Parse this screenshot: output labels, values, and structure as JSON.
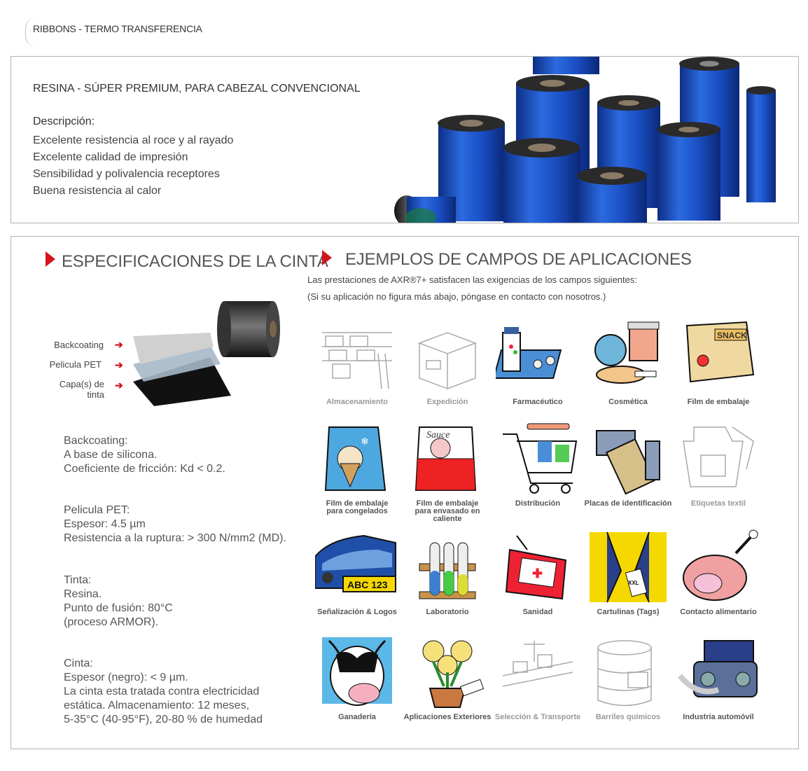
{
  "header": {
    "title": "RIBBONS - TERMO TRANSFERENCIA"
  },
  "product": {
    "subtitle": "RESINA - SÚPER PREMIUM, PARA CABEZAL CONVENCIONAL",
    "description_heading": "Descripción:",
    "description_lines": [
      "Excelente resistencia al roce y al rayado",
      "Excelente calidad de impresión",
      "Sensibilidad y polivalencia receptores",
      "Buena resistencia al calor"
    ]
  },
  "specs": {
    "heading": "ESPECIFICACIONES DE LA CINTA",
    "layers": [
      "Backcoating",
      "Pelicula PET",
      "Capa(s) de tinta"
    ],
    "blocks": [
      [
        "Backcoating:",
        "A base de silicona.",
        "Coeficiente de fricción: Kd < 0.2."
      ],
      [
        "Pelicula PET:",
        "Espesor: 4.5 µm",
        "Resistencia a la ruptura: > 300 N/mm2 (MD)."
      ],
      [
        "Tinta:",
        "Resina.",
        "Punto de fusión: 80°C",
        "(proceso ARMOR)."
      ],
      [
        "Cinta:",
        "Espesor (negro): < 9 µm.",
        "La cinta esta tratada contra electricidad",
        "estática. Almacenamiento: 12 meses,",
        "5-35°C (40-95°F), 20-80 % de humedad"
      ]
    ]
  },
  "applications": {
    "heading": "EJEMPLOS DE CAMPOS DE APLICACIONES",
    "intro_1": "Las prestaciones de AXR®7+ satisfacen las exigencias de los campos siguientes:",
    "intro_2": "(Si su aplicación no figura más abajo, póngase en contacto con nosotros.)",
    "items": [
      {
        "label": "Almacenamiento",
        "icon": "warehouse-icon"
      },
      {
        "label": "Expedición",
        "icon": "shipping-box-icon"
      },
      {
        "label": "Farmacéutico",
        "icon": "pharmacy-icon"
      },
      {
        "label": "Cosmética",
        "icon": "cosmetics-icon"
      },
      {
        "label": "Film de embalaje",
        "icon": "snack-bag-icon"
      },
      {
        "label": "Film de embalaje\npara congelados",
        "icon": "ice-cream-bag-icon"
      },
      {
        "label": "Film de embalaje\npara envasado en caliente",
        "icon": "sauce-bag-icon"
      },
      {
        "label": "Distribución",
        "icon": "shopping-cart-icon"
      },
      {
        "label": "Placas de identificación",
        "icon": "phone-tag-icon"
      },
      {
        "label": "Etiquetas textil",
        "icon": "textile-label-icon"
      },
      {
        "label": "Señalización & Logos",
        "icon": "car-plate-icon"
      },
      {
        "label": "Laboratorio",
        "icon": "test-tubes-icon"
      },
      {
        "label": "Sanidad",
        "icon": "blood-bag-icon"
      },
      {
        "label": "Cartulinas (Tags)",
        "icon": "clothing-tag-icon"
      },
      {
        "label": "Contacto alimentario",
        "icon": "ham-icon"
      },
      {
        "label": "Ganadería",
        "icon": "cow-icon"
      },
      {
        "label": "Aplicaciones Exteriores",
        "icon": "flower-pot-icon"
      },
      {
        "label": "Selección & Transporte",
        "icon": "conveyor-icon"
      },
      {
        "label": "Barriles químicos",
        "icon": "barrel-icon"
      },
      {
        "label": "Industria automóvil",
        "icon": "engine-icon"
      }
    ],
    "plate_text": "ABC 123",
    "snack_text": "SNACK",
    "sauce_text": "Sauce",
    "tag_text": "XXL"
  },
  "colors": {
    "accent": "#d4141c",
    "ribbon_blue": "#1d4fc4",
    "border": "#b3b3b3"
  }
}
